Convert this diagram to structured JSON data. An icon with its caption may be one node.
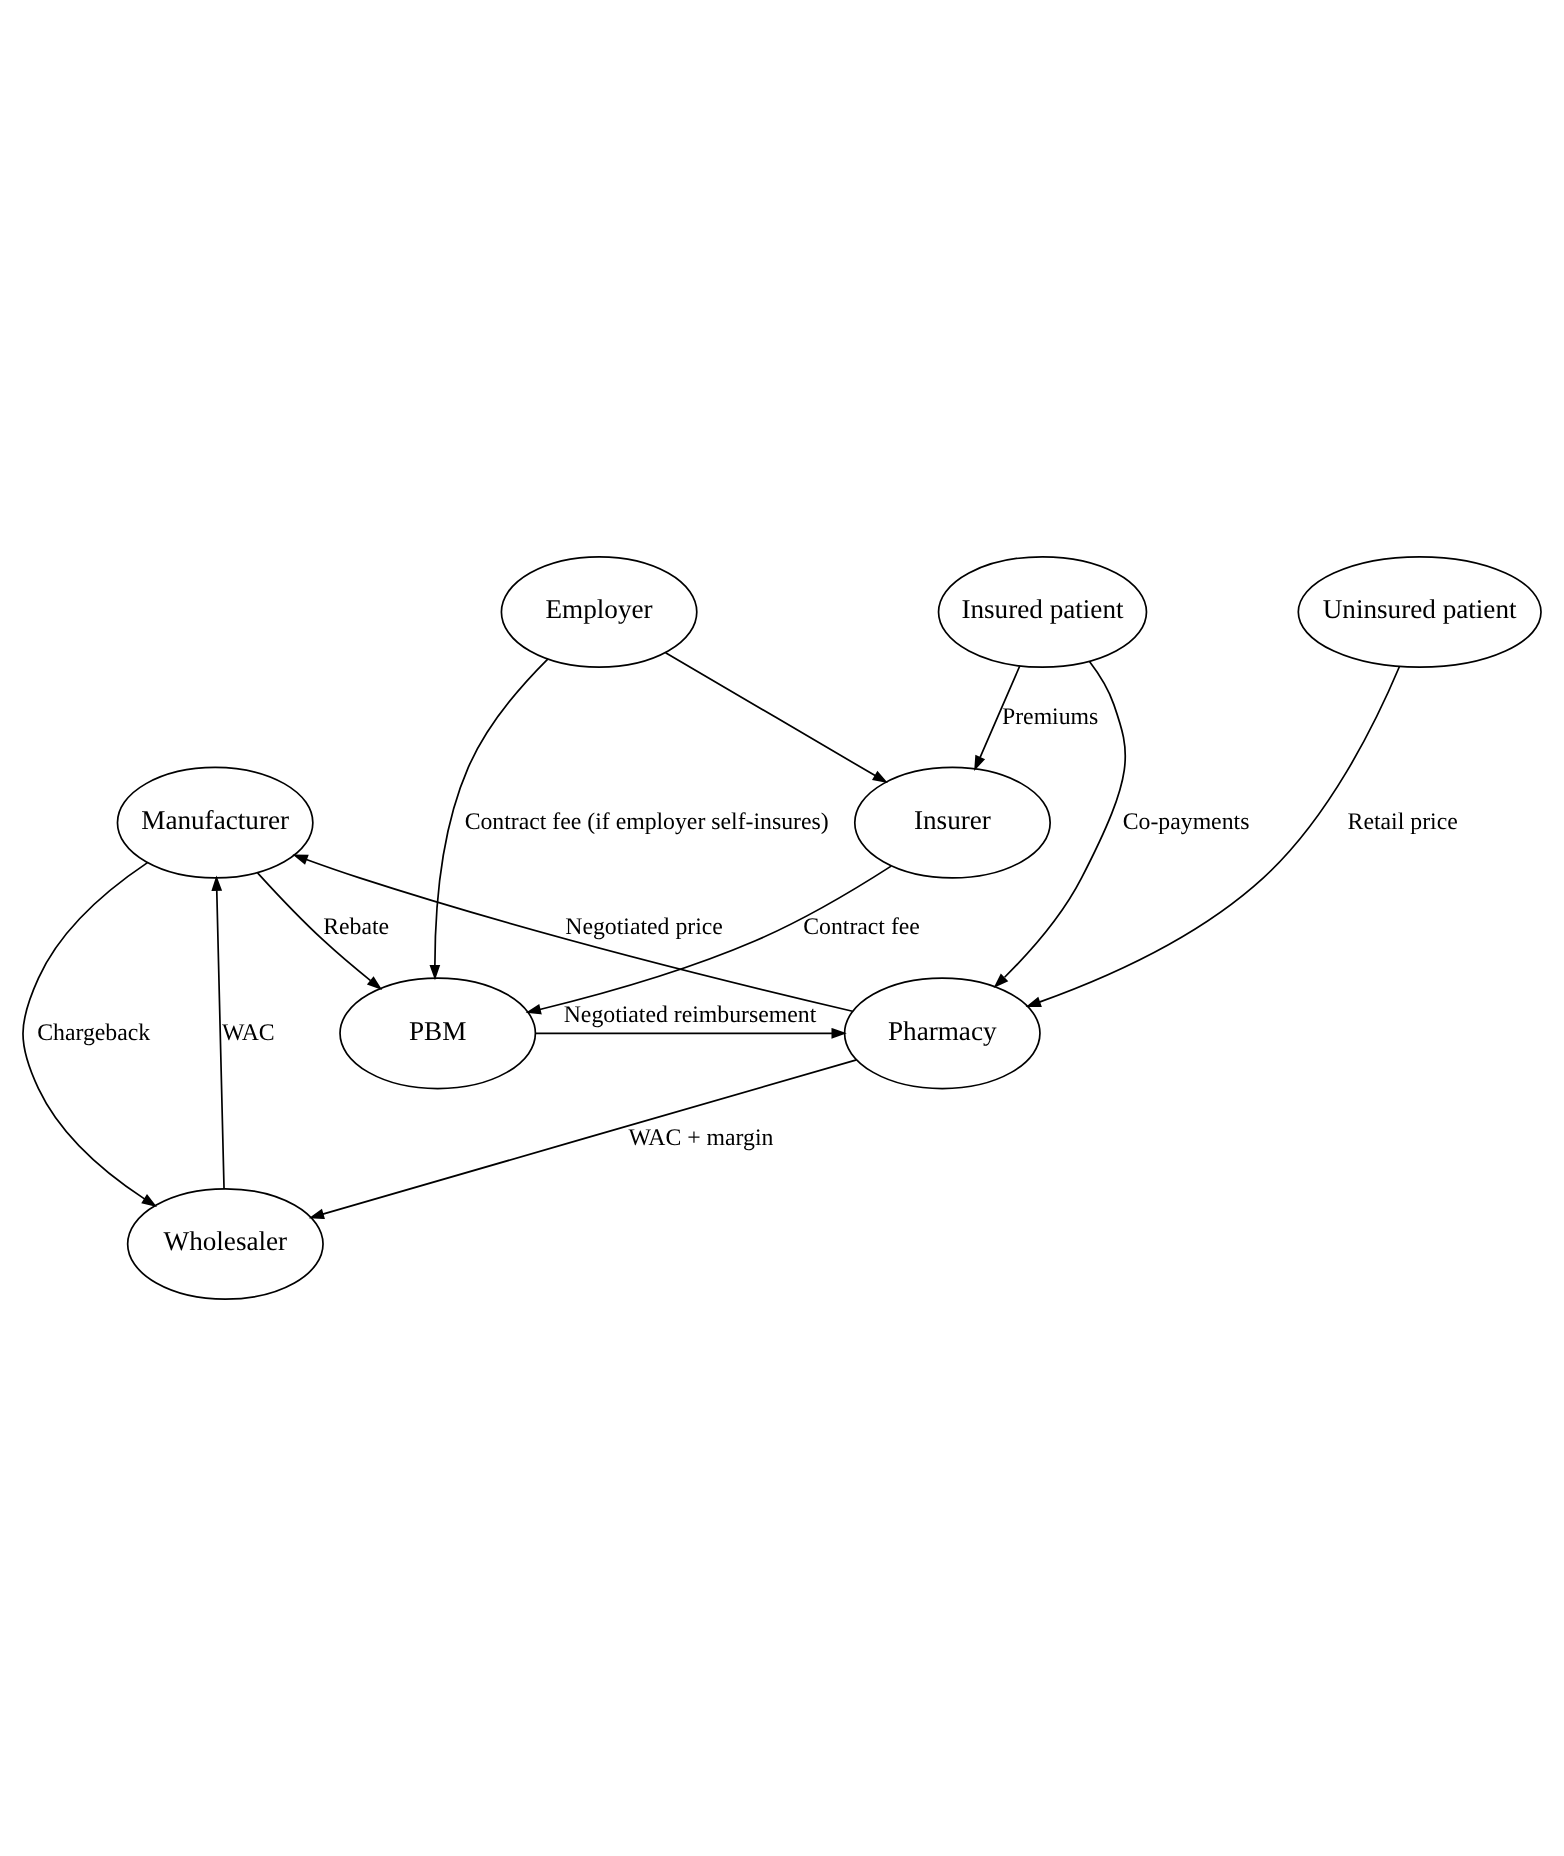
{
  "diagram": {
    "nodes": [
      {
        "text": [
          "Manufacturer"
        ]
      },
      {
        "text": [
          "Wholesaler"
        ]
      },
      {
        "text": [
          "Pharmacy"
        ]
      },
      {
        "text": [
          "PBM"
        ]
      },
      {
        "text": [
          "Insurer"
        ]
      },
      {
        "text": [
          "Uninsured patient"
        ]
      },
      {
        "text": [
          "Insured patient"
        ]
      },
      {
        "text": [
          "Employer"
        ]
      }
    ],
    "edges": [
      {
        "from": 0,
        "to": 1,
        "arrow": "to",
        "label": "Chargeback"
      },
      {
        "from": 1,
        "to": 0,
        "arrow": "to",
        "label": "WAC"
      },
      {
        "from": 2,
        "to": 1,
        "arrow": "to",
        "label": "WAC + margin"
      },
      {
        "from": 2,
        "to": 0,
        "arrow": "to",
        "label": "Negotiated price"
      },
      {
        "from": 0,
        "to": 3,
        "arrow": "to",
        "label": "Rebate"
      },
      {
        "from": 3,
        "to": 2,
        "arrow": "to",
        "label": "Negotiated reimbursement"
      },
      {
        "from": 4,
        "to": 3,
        "arrow": "to",
        "label": "Contract fee"
      },
      {
        "from": 7,
        "to": 3,
        "arrow": "to",
        "label": "Contract fee (if employer self-insures)"
      },
      {
        "from": 5,
        "to": 2,
        "arrow": "to",
        "label": "Retail price"
      },
      {
        "from": 6,
        "to": 2,
        "arrow": "to",
        "label": "Co-payments"
      },
      {
        "from": 6,
        "to": 4,
        "arrow": "to",
        "label": "Premiums"
      },
      {
        "from": 7,
        "to": 4,
        "arrow": "to"
      }
    ]
  }
}
